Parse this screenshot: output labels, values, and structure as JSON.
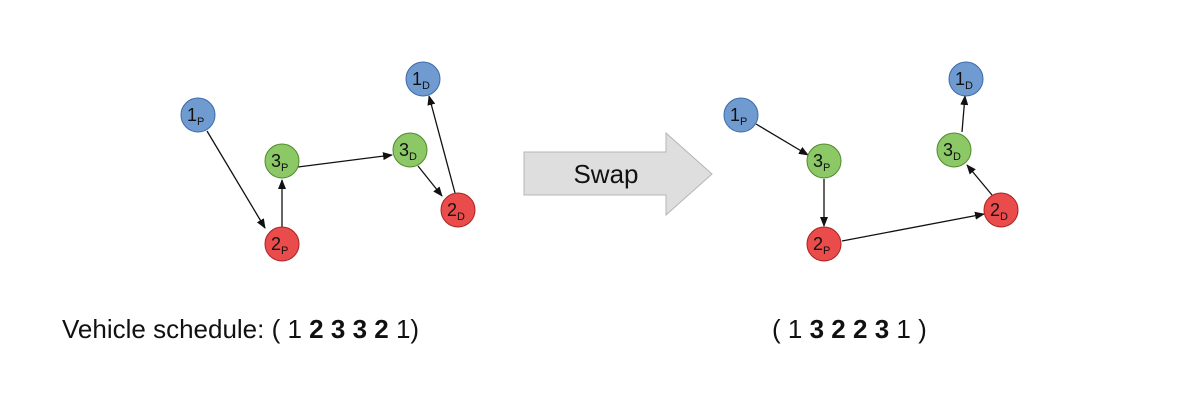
{
  "colors": {
    "pickup_1": "#6f9bd1",
    "pickup_1_stroke": "#3b6aa8",
    "node_3": "#8cc865",
    "node_3_stroke": "#4f8a2c",
    "node_2": "#ea4b4b",
    "node_2_stroke": "#a82323",
    "swap_arrow_fill": "#dedede",
    "swap_arrow_stroke": "#b5b5b5",
    "edge": "#111111"
  },
  "nodes": {
    "n1": {
      "main": "1",
      "sub": "P"
    },
    "n3": {
      "main": "3",
      "sub": "P"
    },
    "n2": {
      "main": "2",
      "sub": "P"
    },
    "n3d": {
      "main": "3",
      "sub": "D"
    },
    "n2d": {
      "main": "2",
      "sub": "D"
    },
    "n1d": {
      "main": "1",
      "sub": "D"
    }
  },
  "swap_label": "Swap",
  "schedule_left": {
    "prefix": "Vehicle schedule: ( 1 ",
    "bold_items": [
      "2",
      "3",
      "3",
      "2"
    ],
    "suffix": " 1)"
  },
  "schedule_right": {
    "prefix": "( 1 ",
    "bold_items": [
      "3",
      "2",
      "2",
      "3"
    ],
    "suffix": " 1 )"
  }
}
